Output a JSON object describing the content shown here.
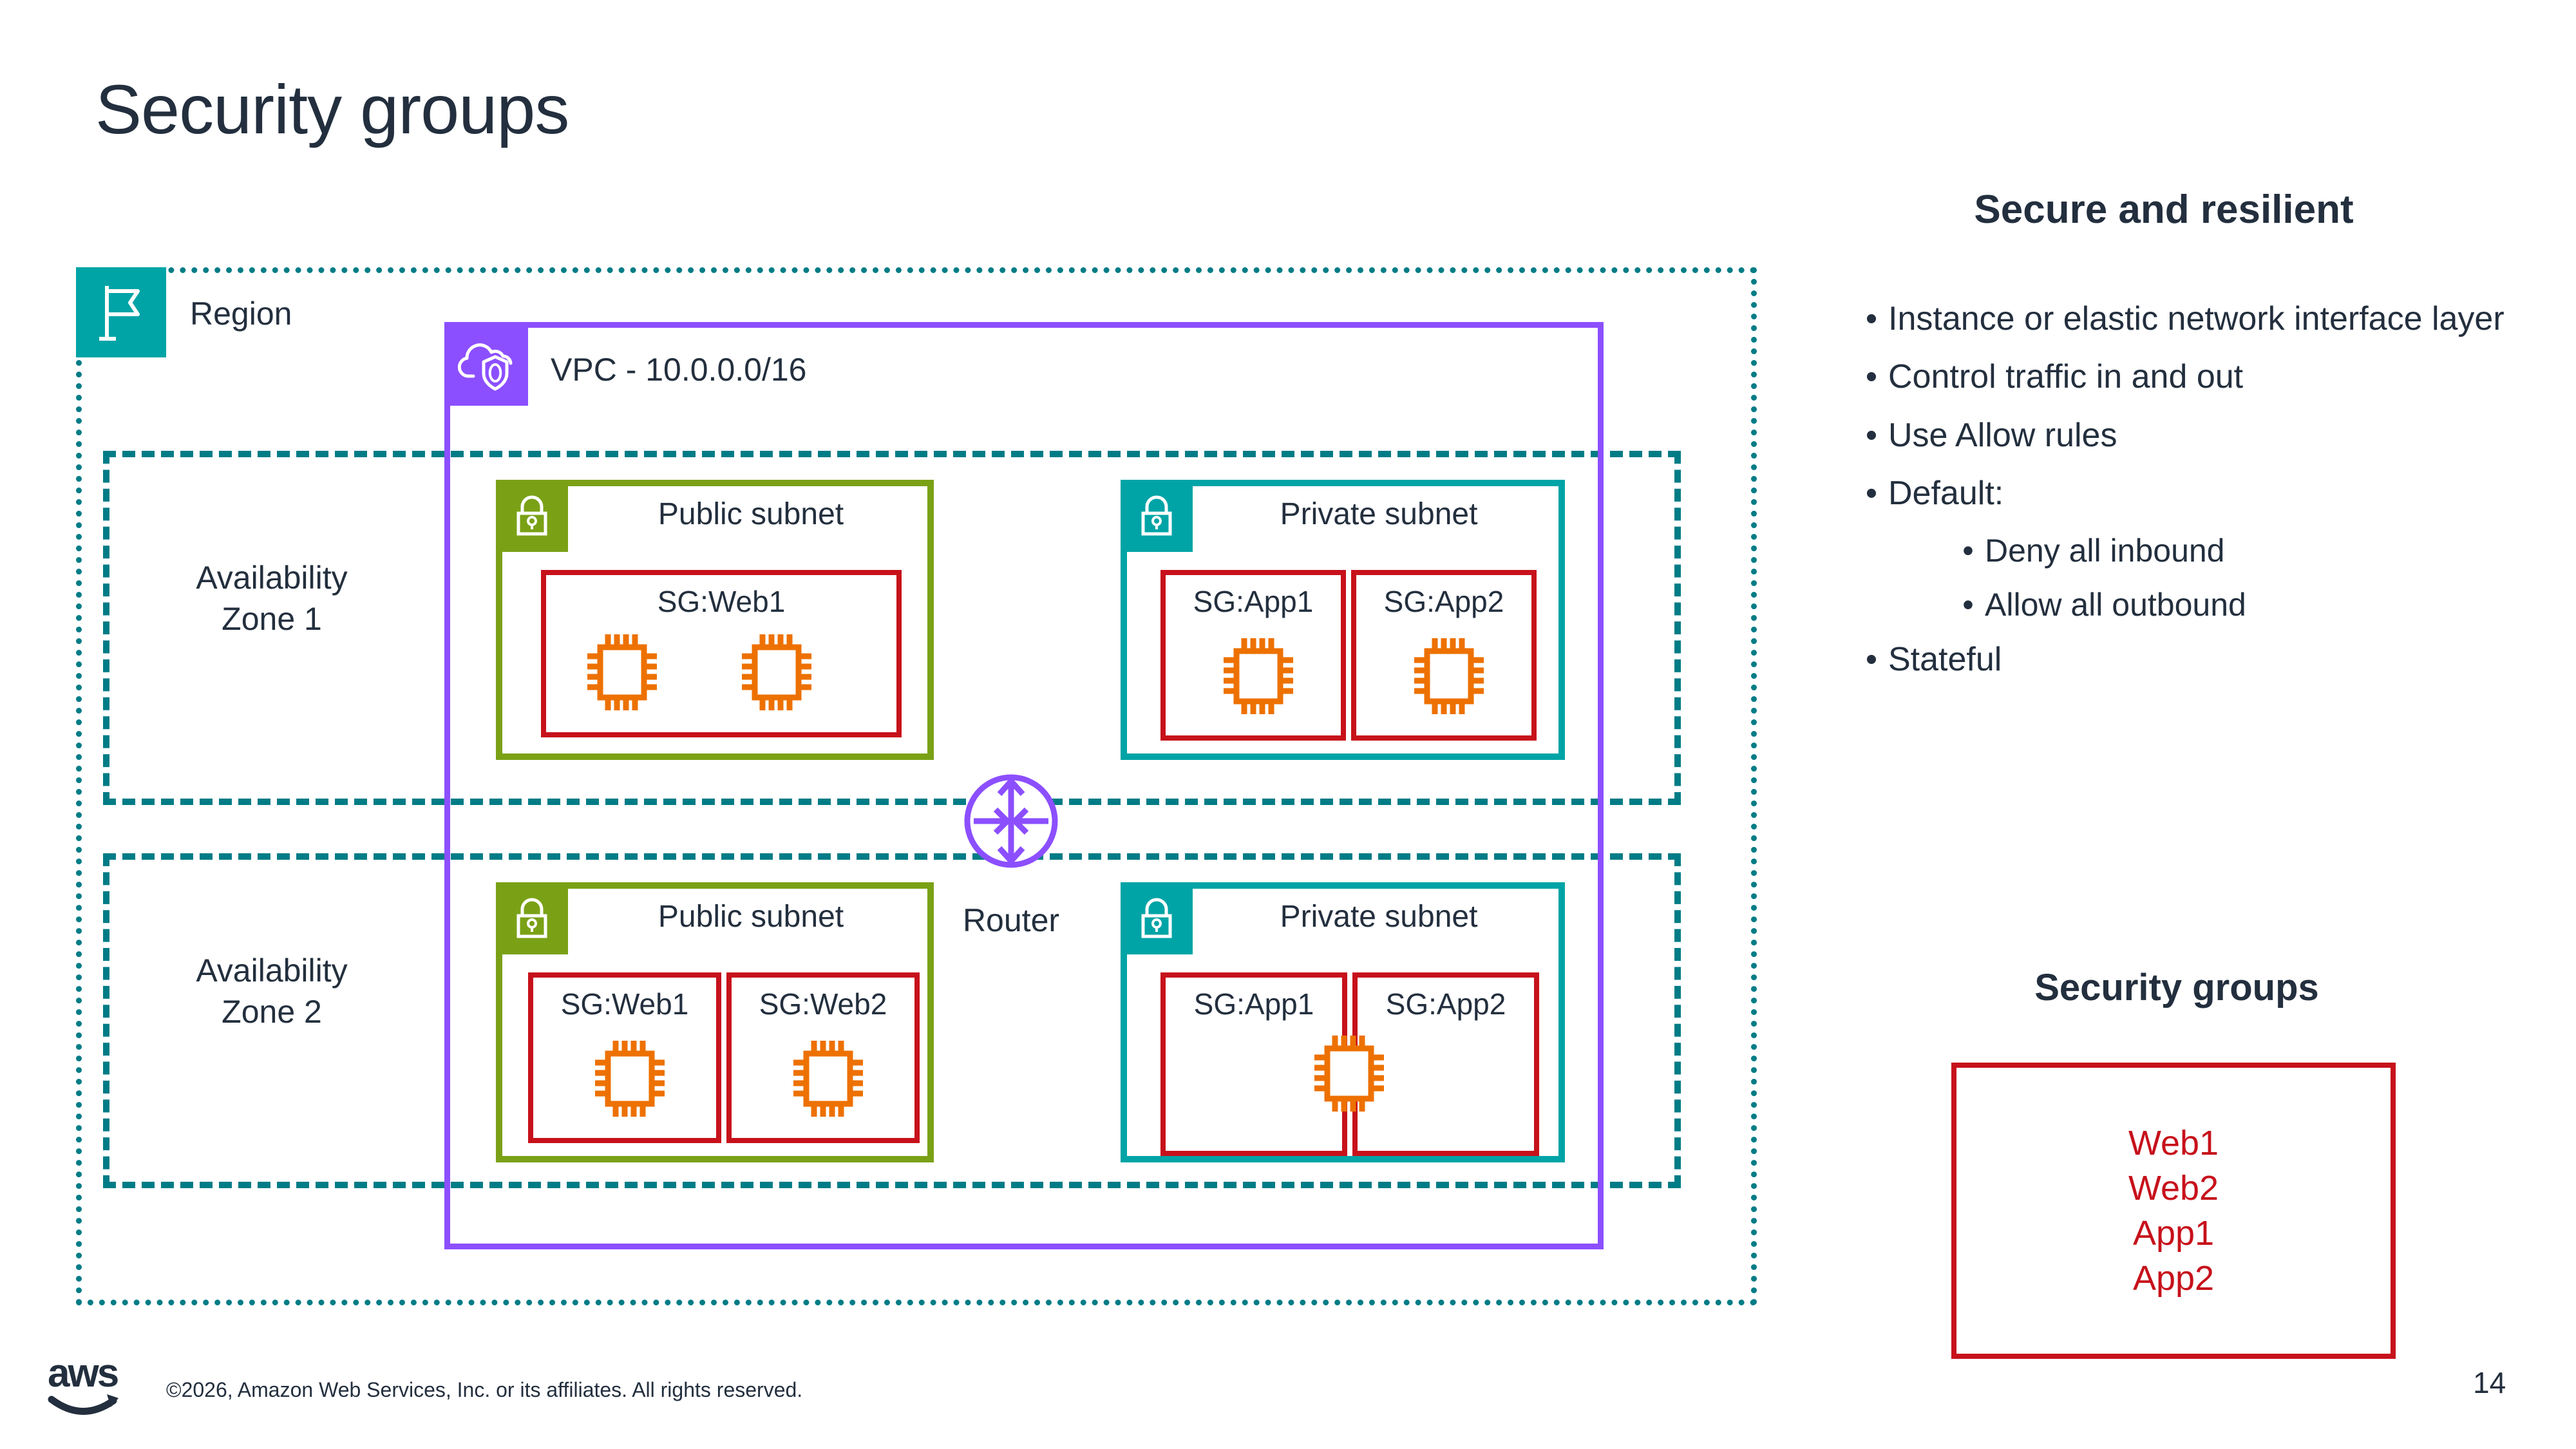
{
  "slide": {
    "title": "Security groups",
    "page_number": "14"
  },
  "diagram": {
    "region": {
      "label": "Region",
      "icon": "region-flag-icon",
      "color": "#00A4A6"
    },
    "vpc": {
      "label": "VPC - 10.0.0.0/16",
      "icon": "vpc-cloud-shield-icon",
      "color": "#8C4FFF"
    },
    "router": {
      "label": "Router",
      "icon": "router-arrows-icon",
      "color": "#8C4FFF"
    },
    "availability_zones": [
      {
        "label_line1": "Availability",
        "label_line2": "Zone 1"
      },
      {
        "label_line1": "Availability",
        "label_line2": "Zone 2"
      }
    ],
    "subnets": {
      "az1_public": {
        "title": "Public subnet",
        "type": "public",
        "color": "#7AA116",
        "groups": [
          {
            "label": "SG:Web1",
            "instances": 2
          }
        ]
      },
      "az1_private": {
        "title": "Private subnet",
        "type": "private",
        "color": "#00A4A6",
        "groups": [
          {
            "label": "SG:App1",
            "instances": 1
          },
          {
            "label": "SG:App2",
            "instances": 1
          }
        ]
      },
      "az2_public": {
        "title": "Public subnet",
        "type": "public",
        "color": "#7AA116",
        "groups": [
          {
            "label": "SG:Web1",
            "instances": 1
          },
          {
            "label": "SG:Web2",
            "instances": 1
          }
        ]
      },
      "az2_private": {
        "title": "Private subnet",
        "type": "private",
        "color": "#00A4A6",
        "groups": [
          {
            "label": "SG:App1",
            "instances": 0
          },
          {
            "label": "SG:App2",
            "instances": 0
          }
        ],
        "shared_instance": true
      }
    },
    "security_group_border_color": "#C7111B",
    "instance_icon_color": "#ED7100"
  },
  "panel": {
    "heading": "Secure and resilient",
    "bullets": [
      {
        "text": "Instance or elastic network interface layer",
        "level": 1
      },
      {
        "text": "Control traffic in and out",
        "level": 1
      },
      {
        "text": "Use Allow rules",
        "level": 1
      },
      {
        "text": "Default:",
        "level": 1
      },
      {
        "text": "Deny all inbound",
        "level": 2
      },
      {
        "text": "Allow all outbound",
        "level": 2
      },
      {
        "text": "Stateful",
        "level": 1
      }
    ],
    "security_groups": {
      "heading": "Security groups",
      "items": [
        "Web1",
        "Web2",
        "App1",
        "App2"
      ],
      "color": "#C7111B"
    }
  },
  "footer": {
    "logo": "aws-logo",
    "copyright": "©2026, Amazon Web Services, Inc. or its affiliates. All rights reserved."
  }
}
